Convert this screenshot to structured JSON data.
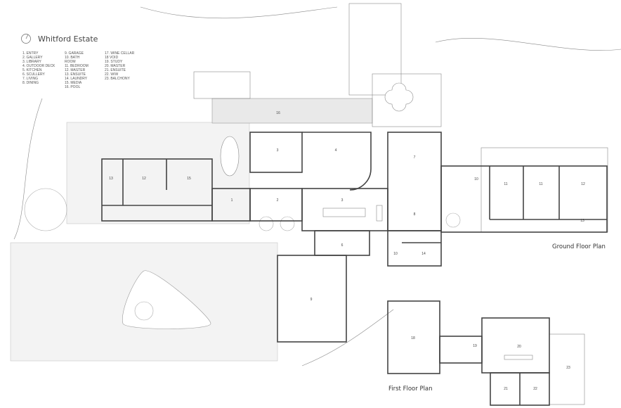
{
  "title": "Whitford Estate",
  "legend": {
    "col1": [
      "1. ENTRY",
      "2. GALLERY",
      "3. LIBRARY",
      "4. OUTDOOR DECK",
      "5. KITCHEN",
      "6. SCULLERY",
      "7. LIVING",
      "8. DINING"
    ],
    "col2": [
      "9. GARAGE",
      "10. BATH",
      "ROOM",
      "11. BEDROOM",
      "12. MASTER",
      "13. ENSUITE",
      "14. LAUNDRY",
      "15. MEDIA",
      "16. POOL"
    ],
    "col3": [
      "17. WINE CELLAR",
      "18 VOID",
      "19. STUDY",
      "20. MASTER",
      "21. ENSUITE",
      "22. W/W",
      "23. BALCHONY"
    ]
  },
  "rooms": [
    "16",
    "3",
    "4",
    "13",
    "12",
    "15",
    "1",
    "2",
    "3",
    "7",
    "8",
    "6",
    "10",
    "14",
    "9",
    "10",
    "11",
    "11",
    "12",
    "13",
    "18",
    "19",
    "20",
    "21",
    "22",
    "23"
  ],
  "ground_floor_label": "Ground Floor Plan",
  "first_floor_label": "First Floor Plan"
}
